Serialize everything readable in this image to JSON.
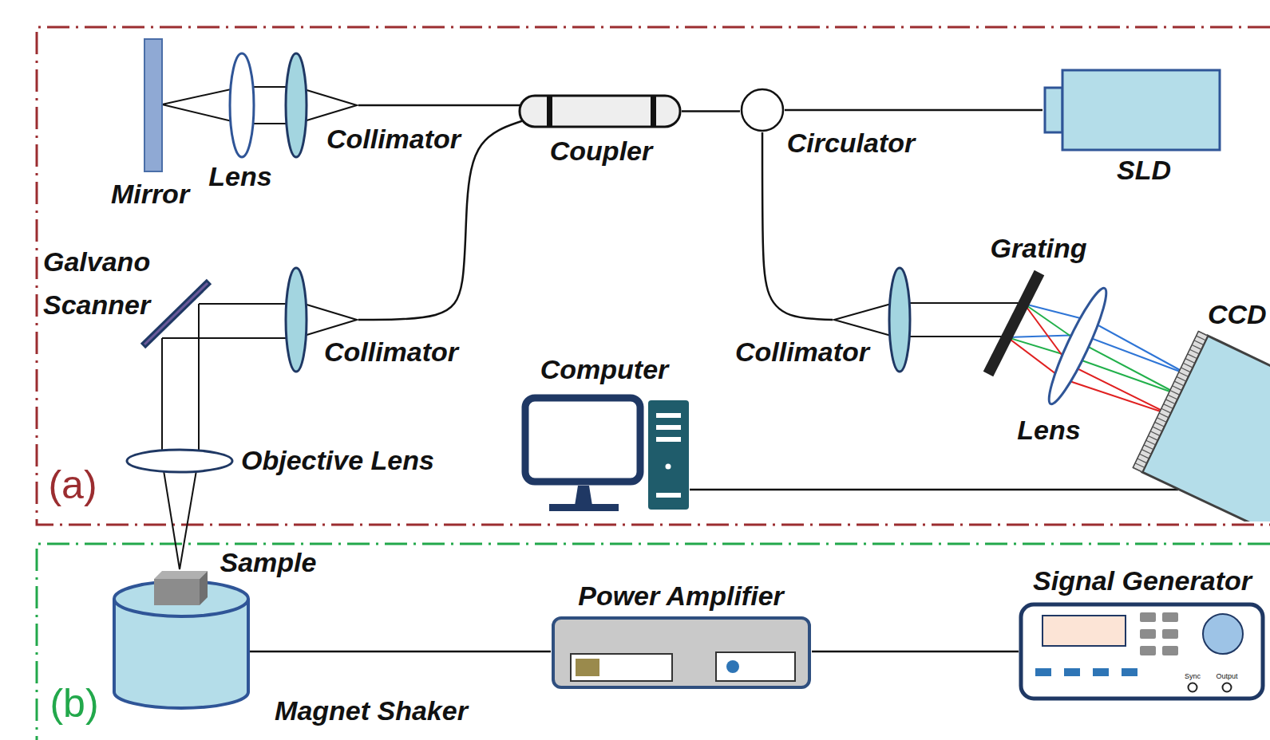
{
  "diagram": {
    "nodes": [
      {
        "text": [
          "Mirror"
        ]
      },
      {
        "text": [
          "Lens"
        ]
      },
      {
        "text": [
          "Collimator"
        ]
      },
      {
        "text": [
          "Coupler"
        ]
      },
      {
        "text": [
          "Circulator"
        ]
      },
      {
        "text": [
          "SLD"
        ]
      },
      {
        "text": [
          "Galvano Scanner"
        ]
      },
      {
        "text": [
          "Collimator"
        ]
      },
      {
        "text": [
          "Objective Lens"
        ]
      },
      {
        "text": [
          "Computer"
        ]
      },
      {
        "text": [
          "Collimator"
        ]
      },
      {
        "text": [
          "Grating"
        ]
      },
      {
        "text": [
          "Lens"
        ]
      },
      {
        "text": [
          "CCD"
        ]
      },
      {
        "text": [
          "Sample"
        ]
      },
      {
        "text": [
          "Magnet Shaker"
        ]
      },
      {
        "text": [
          "Power Amplifier"
        ]
      },
      {
        "text": [
          "Signal Generator",
          "Sync",
          "Output"
        ]
      }
    ],
    "edges": [
      {
        "from": 2,
        "to": 3,
        "arrow": "none"
      },
      {
        "from": 3,
        "to": 7,
        "arrow": "none"
      },
      {
        "from": 3,
        "to": 4,
        "arrow": "none"
      },
      {
        "from": 4,
        "to": 5,
        "arrow": "none"
      },
      {
        "from": 4,
        "to": 10,
        "arrow": "none"
      },
      {
        "from": 9,
        "to": 13,
        "arrow": "none"
      },
      {
        "from": 15,
        "to": 16,
        "arrow": "none"
      },
      {
        "from": 16,
        "to": 17,
        "arrow": "none"
      }
    ],
    "labels": [
      "(a)",
      "(b)"
    ]
  }
}
